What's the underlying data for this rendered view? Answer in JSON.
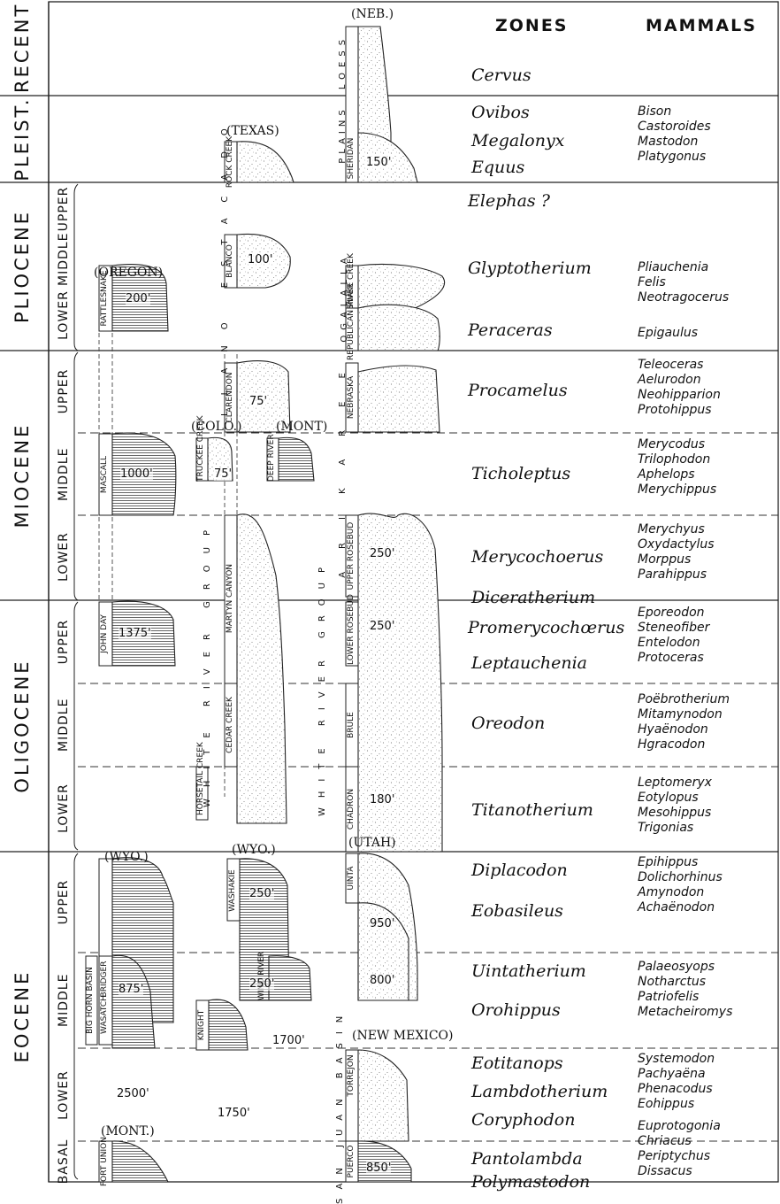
{
  "header": {
    "zones": "ZONES",
    "mammals": "MAMMALS"
  },
  "epochs": [
    "RECENT",
    "PLEIST.",
    "PLIOCENE",
    "MIOCENE",
    "OLIGOCENE",
    "EOCENE"
  ],
  "subdivisions": {
    "pliocene": [
      "UPPER",
      "MIDDLE",
      "LOWER"
    ],
    "miocene": [
      "UPPER",
      "MIDDLE",
      "LOWER"
    ],
    "oligocene": [
      "UPPER",
      "MIDDLE",
      "LOWER"
    ],
    "eocene": [
      "UPPER",
      "MIDDLE",
      "LOWER",
      "BASAL"
    ]
  },
  "regions": [
    "(NEB.)",
    "(TEXAS)",
    "(OREGON)",
    "(COLO.)",
    "(MONT)",
    "(UTAH)",
    "(WYO.)",
    "(WYO.)",
    "(NEW MEXICO)",
    "(MONT.)"
  ],
  "groups": [
    "LOESS",
    "PLAINS",
    "LLANO ESTACADO",
    "ARIKAREE",
    "OGALALLA",
    "WHITE RIVER GROUP",
    "WHITE RIVER GROUP",
    "SAN JUAN BASIN"
  ],
  "formations": [
    "SHERIDAN",
    "ROCK CREEK",
    "BLANCO",
    "SNAKE CREEK",
    "REPUBLICAN RIVER",
    "RATTLESNAKE",
    "CLARENDON",
    "NEBRASKA",
    "MASCALL",
    "TRUCKEE CREEK",
    "DEEP RIVER",
    "UPPER ROSEBUD",
    "JOHN DAY",
    "MARTYN CANYON",
    "LOWER ROSEBUD",
    "CEDAR CREEK",
    "BRULE",
    "HORSETAIL CREEK",
    "CHADRON",
    "UINTA",
    "WASHAKIE",
    "BRIDGER",
    "BIG HORN BASIN",
    "WASATCH",
    "WIND RIVER",
    "KNIGHT",
    "TORREJON",
    "FORT UNION",
    "PUERCO"
  ],
  "thicknesses": [
    "150'",
    "100'",
    "200'",
    "75'",
    "1000'",
    "75'",
    "250'",
    "1375'",
    "250'",
    "180'",
    "950'",
    "250'",
    "250'",
    "875'",
    "800'",
    "2500'",
    "1700'",
    "1750'",
    "850'"
  ],
  "zones": [
    "Cervus",
    "Ovibos",
    "Megalonyx",
    "Equus",
    "Elephas ?",
    "Glyptotherium",
    "Peraceras",
    "Procamelus",
    "Ticholeptus",
    "Merycochoerus",
    "Diceratherium",
    "Promerycochœrus",
    "Leptauchenia",
    "Oreodon",
    "Titanotherium",
    "Diplacodon",
    "Eobasileus",
    "Uintatherium",
    "Orohippus",
    "Eotitanops",
    "Lambdotherium",
    "Coryphodon",
    "Pantolambda",
    "Polymastodon"
  ],
  "mammals": [
    [
      "Bison",
      "Castoroides",
      "Mastodon",
      "Platygonus"
    ],
    [
      "Pliauchenia",
      "Felis",
      "Neotragocerus"
    ],
    [
      "Epigaulus"
    ],
    [
      "Teleoceras",
      "Aelurodon",
      "Neohipparion",
      "Protohippus"
    ],
    [
      "Merycodus",
      "Trilophodon",
      "Aphelops",
      "Merychippus"
    ],
    [
      "Merychyus",
      "Oxydactylus",
      "Morppus",
      "Parahippus"
    ],
    [
      "Eporeodon",
      "Steneofiber",
      "Entelodon",
      "Protoceras"
    ],
    [
      "Poëbrotherium",
      "Mitamynodon",
      "Hyaënodon",
      "Hgracodon"
    ],
    [
      "Leptomeryx",
      "Eotylopus",
      "Mesohippus",
      "Trigonias"
    ],
    [
      "Epihippus",
      "Dolichorhinus",
      "Amynodon",
      "Achaënodon"
    ],
    [
      "Palaeosyops",
      "Notharctus",
      "Patriofelis",
      "Metacheiromys"
    ],
    [
      "Systemodon",
      "Pachyaëna",
      "Phenacodus",
      "Eohippus"
    ],
    [
      "Euprotogonia",
      "Chriacus",
      "Periptychus",
      "Dissacus"
    ]
  ]
}
